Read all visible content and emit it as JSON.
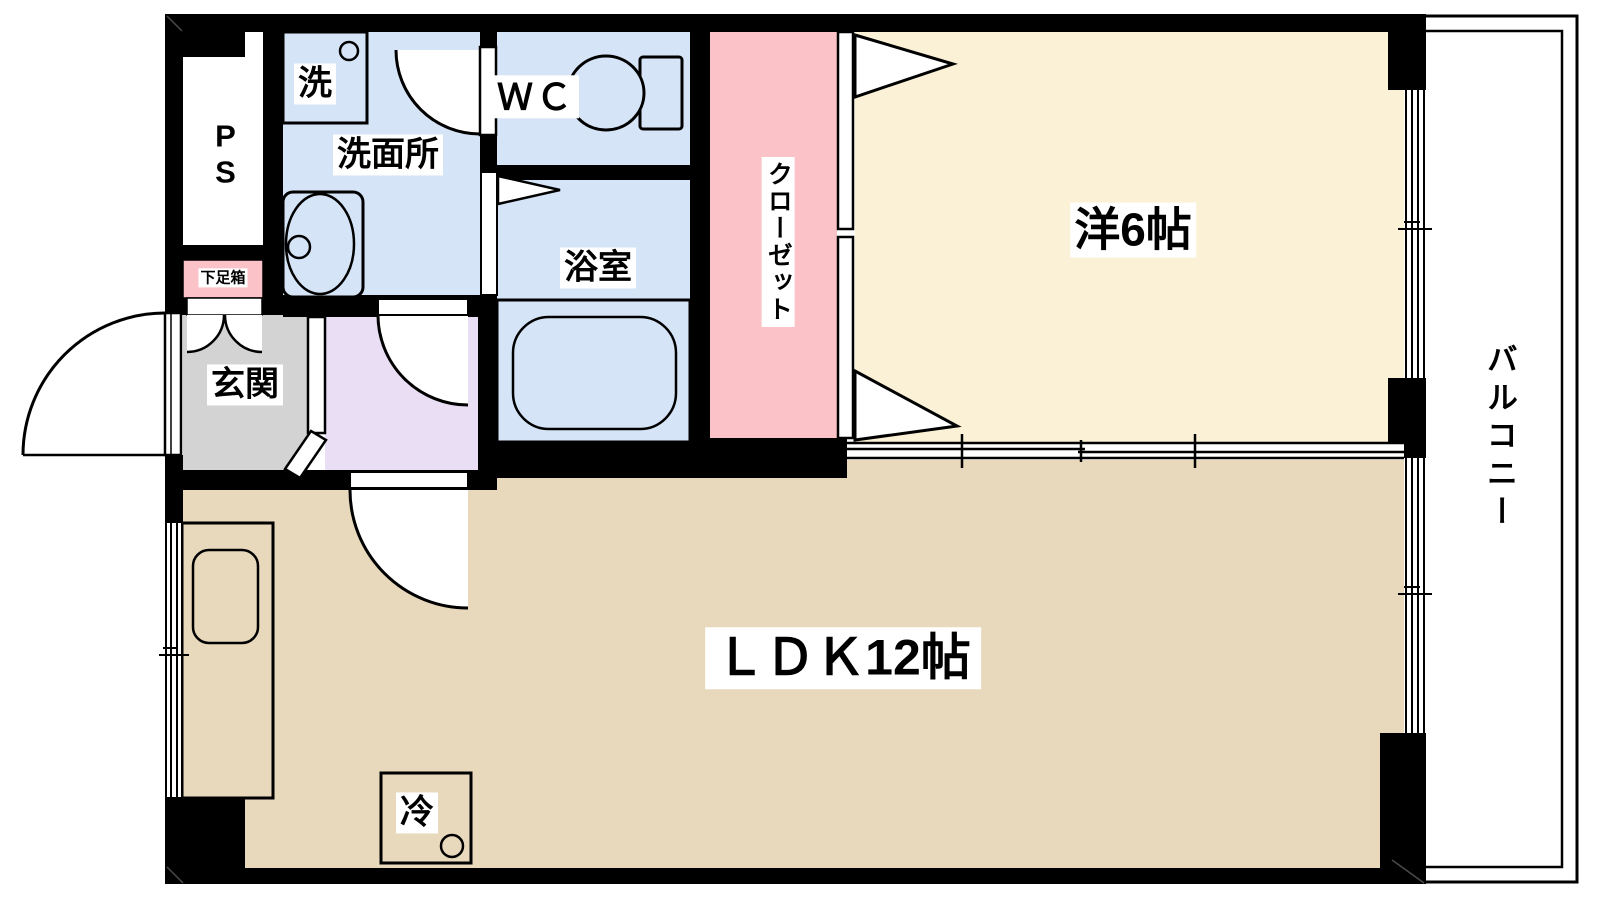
{
  "floor_plan": {
    "labels": {
      "ps": "P\nS",
      "shoe_box": "下足箱",
      "washer": "洗",
      "washroom": "洗面所",
      "wc": "ＷＣ",
      "bathroom": "浴室",
      "closet": "クローゼット",
      "western_room": "洋6帖",
      "entrance": "玄関",
      "ldk": "ＬＤＫ12帖",
      "refrigerator": "冷",
      "balcony": "バルコニー"
    },
    "room_sizes": {
      "western_room_jo": 6,
      "ldk_jo": 12
    },
    "colors": {
      "wet_area": "#d6e4f7",
      "closet_pink": "#fbc3c7",
      "western_cream": "#fbf1d6",
      "ldk_tan": "#e8d8bc",
      "entrance_gray": "#d3d3d3",
      "hallway_purple": "#eadef4",
      "wall_black": "#000000",
      "balcony_white": "#ffffff"
    }
  }
}
